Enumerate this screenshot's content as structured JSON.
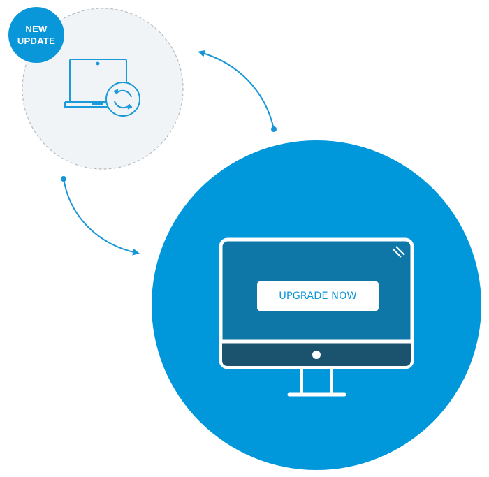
{
  "badge": {
    "line1": "NEW",
    "line2": "UPDATE"
  },
  "upgrade_button": {
    "label": "UPGRADE NOW"
  },
  "colors": {
    "brand": "#0a97d9",
    "screen": "#0f76a8",
    "bezel": "#1b536f",
    "light_bg": "#f1f4f6"
  }
}
